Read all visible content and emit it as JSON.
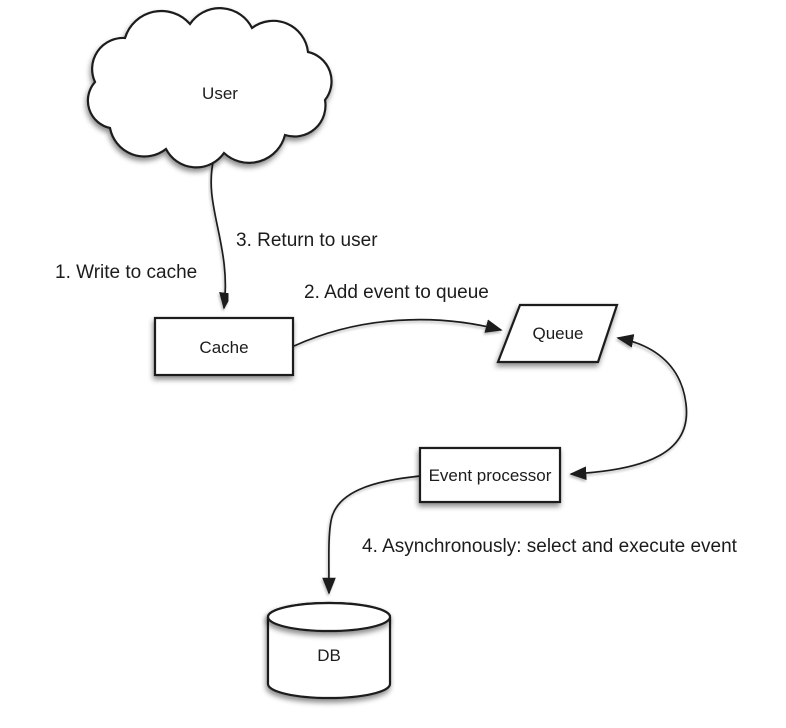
{
  "diagram": {
    "background": "#ffffff",
    "stroke_color": "#1c1c1c",
    "text_color": "#1c1c1c",
    "nodes": {
      "user": {
        "label": "User",
        "shape": "cloud"
      },
      "cache": {
        "label": "Cache",
        "shape": "rectangle"
      },
      "queue": {
        "label": "Queue",
        "shape": "parallelogram"
      },
      "event_processor": {
        "label": "Event processor",
        "shape": "rectangle"
      },
      "db": {
        "label": "DB",
        "shape": "cylinder"
      }
    },
    "annotations": {
      "step1": "1. Write to cache",
      "step2": "2. Add event to queue",
      "step3": "3. Return to user",
      "step4": "4. Asynchronously: select and execute event"
    },
    "edges": [
      {
        "from": "user",
        "to": "cache",
        "arrow": "single"
      },
      {
        "from": "cache",
        "to": "queue",
        "arrow": "single"
      },
      {
        "from": "queue",
        "to": "event_processor",
        "arrow": "double"
      },
      {
        "from": "event_processor",
        "to": "db",
        "arrow": "single"
      }
    ]
  }
}
